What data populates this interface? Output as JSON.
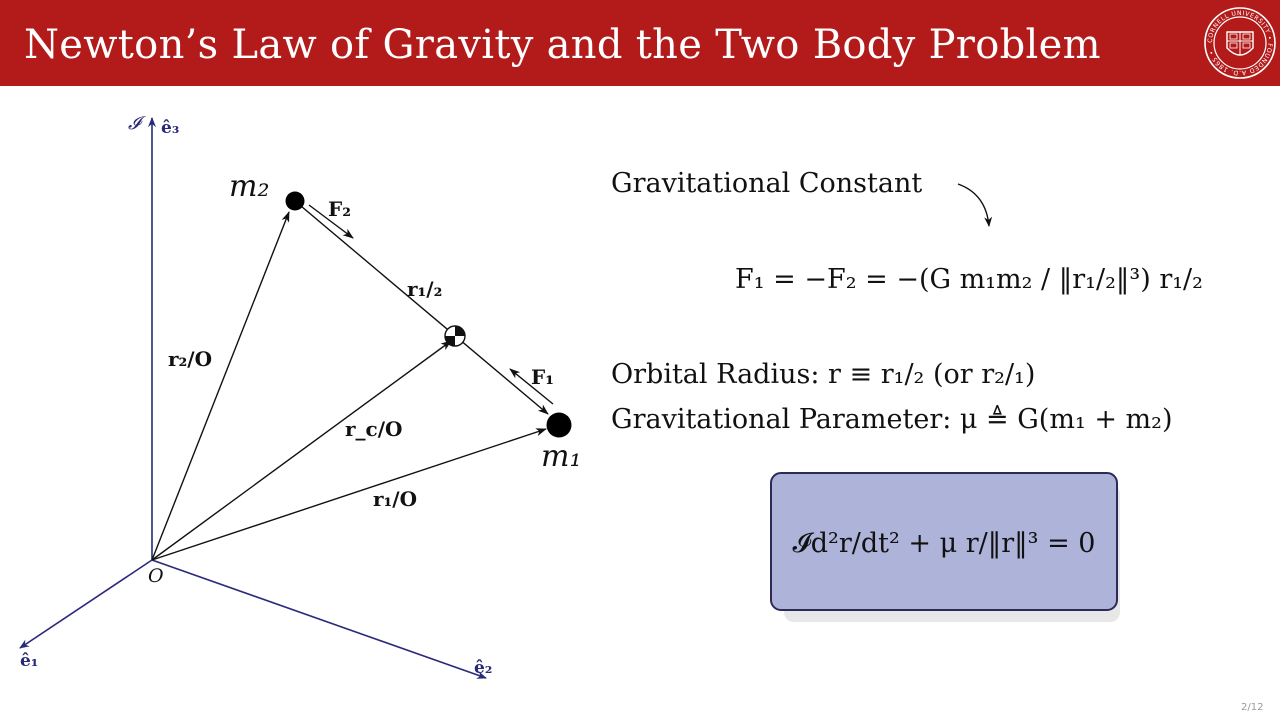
{
  "slide": {
    "title": "Newton’s Law of Gravity and the Two Body Problem",
    "page_number": "2/12",
    "header_color": "#b31b1b",
    "logo_icon": "cornell-university-seal",
    "seal_text": "CORNELL UNIVERSITY • FOUNDED A.D. 1865 •"
  },
  "diagram": {
    "frame_label": "𝓘",
    "origin_label": "O",
    "axes": {
      "e3": "ê₃",
      "e1": "ê₁",
      "e2": "ê₂"
    },
    "masses": {
      "m1": "m₁",
      "m2": "m₂"
    },
    "forces": {
      "f1": "F₁",
      "f2": "F₂"
    },
    "vectors": {
      "r12": "r₁/₂",
      "r2o": "r₂/O",
      "rco": "r_c/O",
      "r1o": "r₁/O"
    },
    "axis_color": "#2a2a7a",
    "vector_color": "#111111"
  },
  "content": {
    "grav_constant_label": "Gravitational Constant",
    "force_equation": "F₁ = −F₂ = −(G m₁m₂ / ‖r₁/₂‖³) r₁/₂",
    "orbital_radius_label": "Orbital Radius: r ≡ r₁/₂ (or r₂/₁)",
    "grav_param_label": "Gravitational Parameter: μ ≜ G(m₁ + m₂)",
    "box_equation": "𝓘d²r/dt² + μ r/‖r‖³ = 0",
    "box_fill": "#aeb3d9",
    "box_border": "#2b2b5a"
  }
}
